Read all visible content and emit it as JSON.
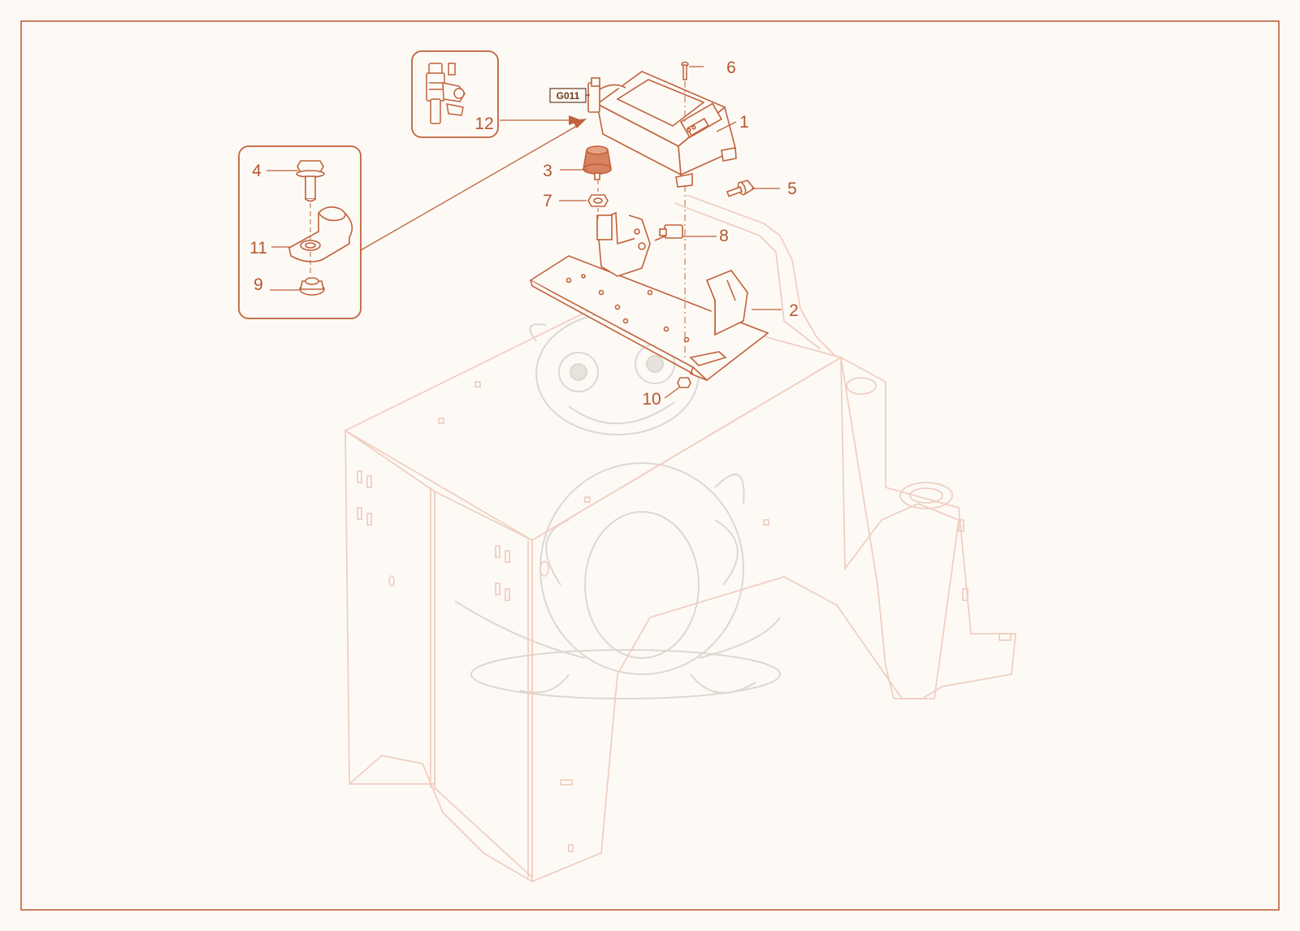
{
  "diagram": {
    "callouts": [
      {
        "id": "1",
        "label": "1"
      },
      {
        "id": "2",
        "label": "2"
      },
      {
        "id": "3",
        "label": "3"
      },
      {
        "id": "4",
        "label": "4"
      },
      {
        "id": "5",
        "label": "5"
      },
      {
        "id": "6",
        "label": "6"
      },
      {
        "id": "7",
        "label": "7"
      },
      {
        "id": "8",
        "label": "8"
      },
      {
        "id": "9",
        "label": "9"
      },
      {
        "id": "10",
        "label": "10"
      },
      {
        "id": "11",
        "label": "11"
      },
      {
        "id": "12",
        "label": "12"
      }
    ],
    "connector_tag": "G011",
    "colors": {
      "accent": "#c0623a",
      "background": "#fdfaf6",
      "ghost_frame": "#f0cfc0",
      "ghost_art": "#d8d2cc",
      "highlight_part": "#d9825f"
    }
  }
}
